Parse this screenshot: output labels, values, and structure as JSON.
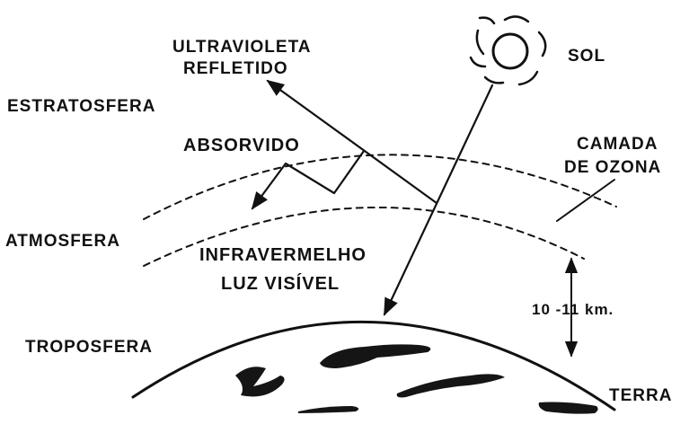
{
  "labels": {
    "ultraviolet_line1": "ULTRAVIOLETA",
    "ultraviolet_line2": "REFLETIDO",
    "sun": "SOL",
    "stratosphere": "ESTRATOSFERA",
    "absorbed": "ABSORVIDO",
    "ozone_line1": "CAMADA",
    "ozone_line2": "DE OZONA",
    "atmosphere": "ATMOSFERA",
    "infrared": "INFRAVERMELHO",
    "visible_light": "LUZ VISÍVEL",
    "altitude": "10 -11 km.",
    "troposphere": "TROPOSFERA",
    "earth": "TERRA"
  },
  "icons": {
    "sun": "sun-icon"
  },
  "colors": {
    "ink": "#111111",
    "paper": "#ffffff"
  }
}
